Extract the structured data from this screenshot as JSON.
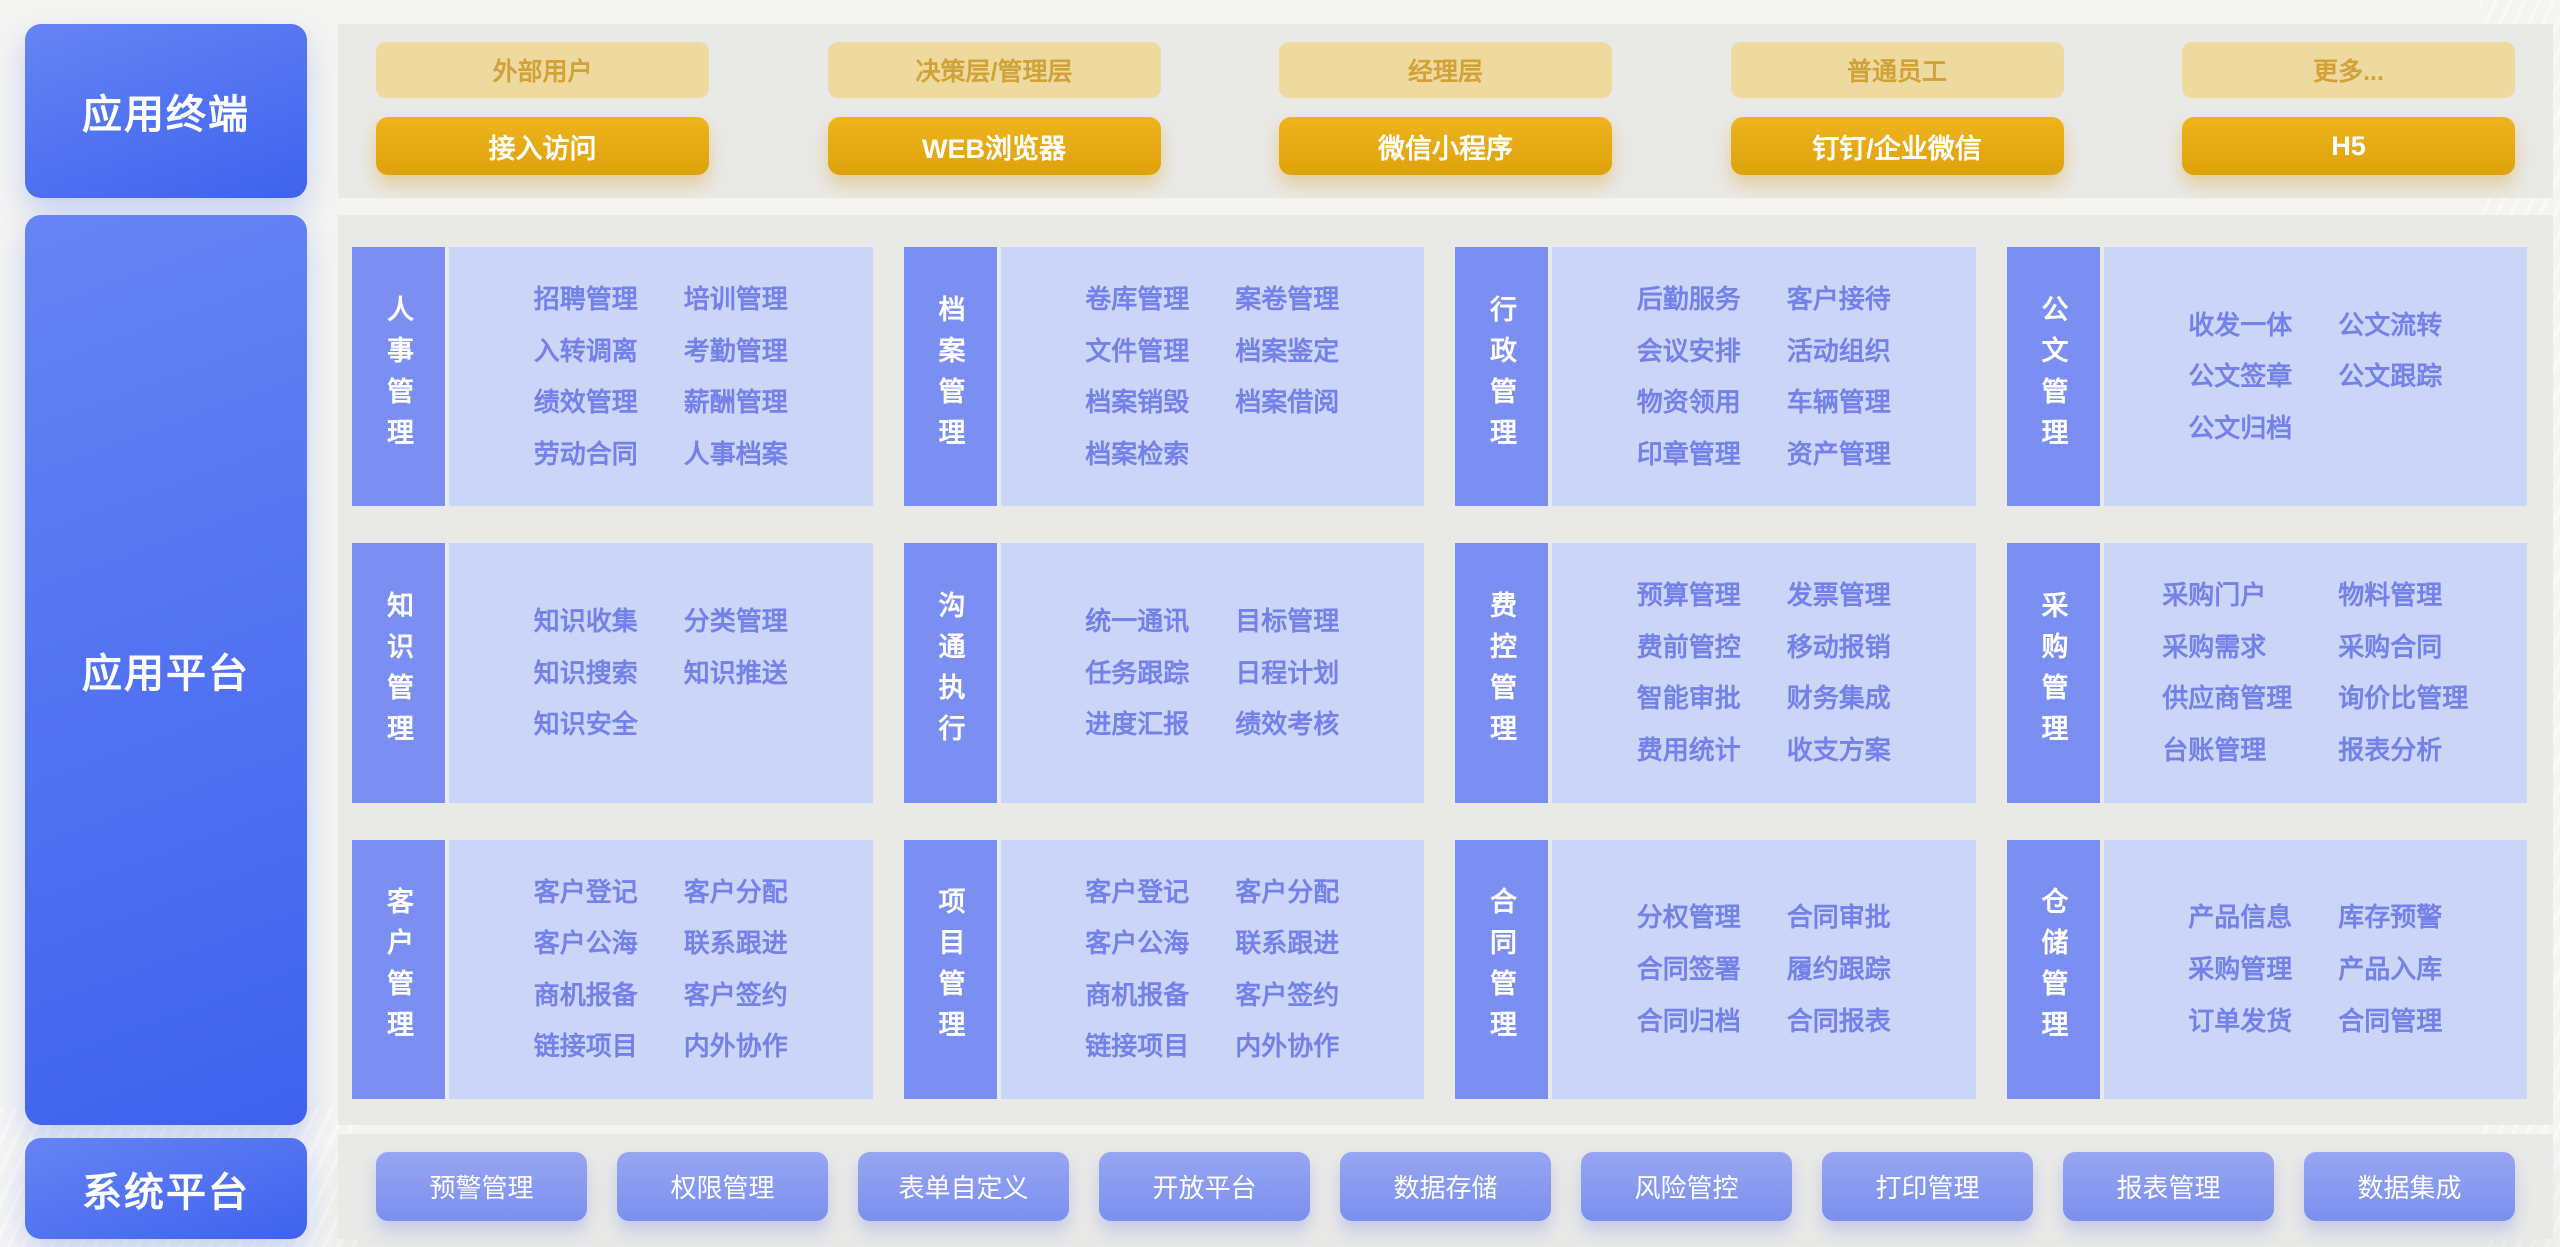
{
  "left_rail": {
    "terminal": "应用终端",
    "platform": "应用平台",
    "system": "系统平台"
  },
  "terminal_panel": {
    "columns": [
      {
        "audience": "外部用户",
        "channel": "接入访问"
      },
      {
        "audience": "决策层/管理层",
        "channel": "WEB浏览器"
      },
      {
        "audience": "经理层",
        "channel": "微信小程序"
      },
      {
        "audience": "普通员工",
        "channel": "钉钉/企业微信"
      },
      {
        "audience": "更多...",
        "channel": "H5"
      }
    ]
  },
  "modules": [
    {
      "name": "人事管理",
      "left": [
        "招聘管理",
        "入转调离",
        "绩效管理",
        "劳动合同"
      ],
      "right": [
        "培训管理",
        "考勤管理",
        "薪酬管理",
        "人事档案"
      ]
    },
    {
      "name": "档案管理",
      "left": [
        "卷库管理",
        "文件管理",
        "档案销毁",
        "档案检索"
      ],
      "right": [
        "案卷管理",
        "档案鉴定",
        "档案借阅"
      ]
    },
    {
      "name": "行政管理",
      "left": [
        "后勤服务",
        "会议安排",
        "物资领用",
        "印章管理"
      ],
      "right": [
        "客户接待",
        "活动组织",
        "车辆管理",
        "资产管理"
      ]
    },
    {
      "name": "公文管理",
      "left": [
        "收发一体",
        "公文签章",
        "公文归档"
      ],
      "right": [
        "公文流转",
        "公文跟踪"
      ]
    },
    {
      "name": "知识管理",
      "left": [
        "知识收集",
        "知识搜索",
        "知识安全"
      ],
      "right": [
        "分类管理",
        "知识推送"
      ]
    },
    {
      "name": "沟通执行",
      "left": [
        "统一通讯",
        "任务跟踪",
        "进度汇报"
      ],
      "right": [
        "目标管理",
        "日程计划",
        "绩效考核"
      ]
    },
    {
      "name": "费控管理",
      "left": [
        "预算管理",
        "费前管控",
        "智能审批",
        "费用统计"
      ],
      "right": [
        "发票管理",
        "移动报销",
        "财务集成",
        "收支方案"
      ]
    },
    {
      "name": "采购管理",
      "left": [
        "采购门户",
        "采购需求",
        "供应商管理",
        "台账管理"
      ],
      "right": [
        "物料管理",
        "采购合同",
        "询价比管理",
        "报表分析"
      ]
    },
    {
      "name": "客户管理",
      "left": [
        "客户登记",
        "客户公海",
        "商机报备",
        "链接项目"
      ],
      "right": [
        "客户分配",
        "联系跟进",
        "客户签约",
        "内外协作"
      ]
    },
    {
      "name": "项目管理",
      "left": [
        "客户登记",
        "客户公海",
        "商机报备",
        "链接项目"
      ],
      "right": [
        "客户分配",
        "联系跟进",
        "客户签约",
        "内外协作"
      ]
    },
    {
      "name": "合同管理",
      "left": [
        "分权管理",
        "合同签署",
        "合同归档"
      ],
      "right": [
        "合同审批",
        "履约跟踪",
        "合同报表"
      ]
    },
    {
      "name": "仓储管理",
      "left": [
        "产品信息",
        "采购管理",
        "订单发货"
      ],
      "right": [
        "库存预警",
        "产品入库",
        "合同管理"
      ]
    }
  ],
  "system_panel": {
    "buttons": [
      "预警管理",
      "权限管理",
      "表单自定义",
      "开放平台",
      "数据存储",
      "风险管控",
      "打印管理",
      "报表管理",
      "数据集成"
    ]
  },
  "colors": {
    "rail_blue_top": "#6684f4",
    "rail_blue_bottom": "#3e62ee",
    "panel_gray": "#e9e9e7",
    "strip_blue": "#7b8ef1",
    "card_bg": "#cbd5f8",
    "item_text": "#7381e9",
    "tan_label_bg": "#eeda9f",
    "tan_label_text": "#d1a238",
    "gold_button": "#e3a90f",
    "bottom_button": "#8799ef"
  }
}
